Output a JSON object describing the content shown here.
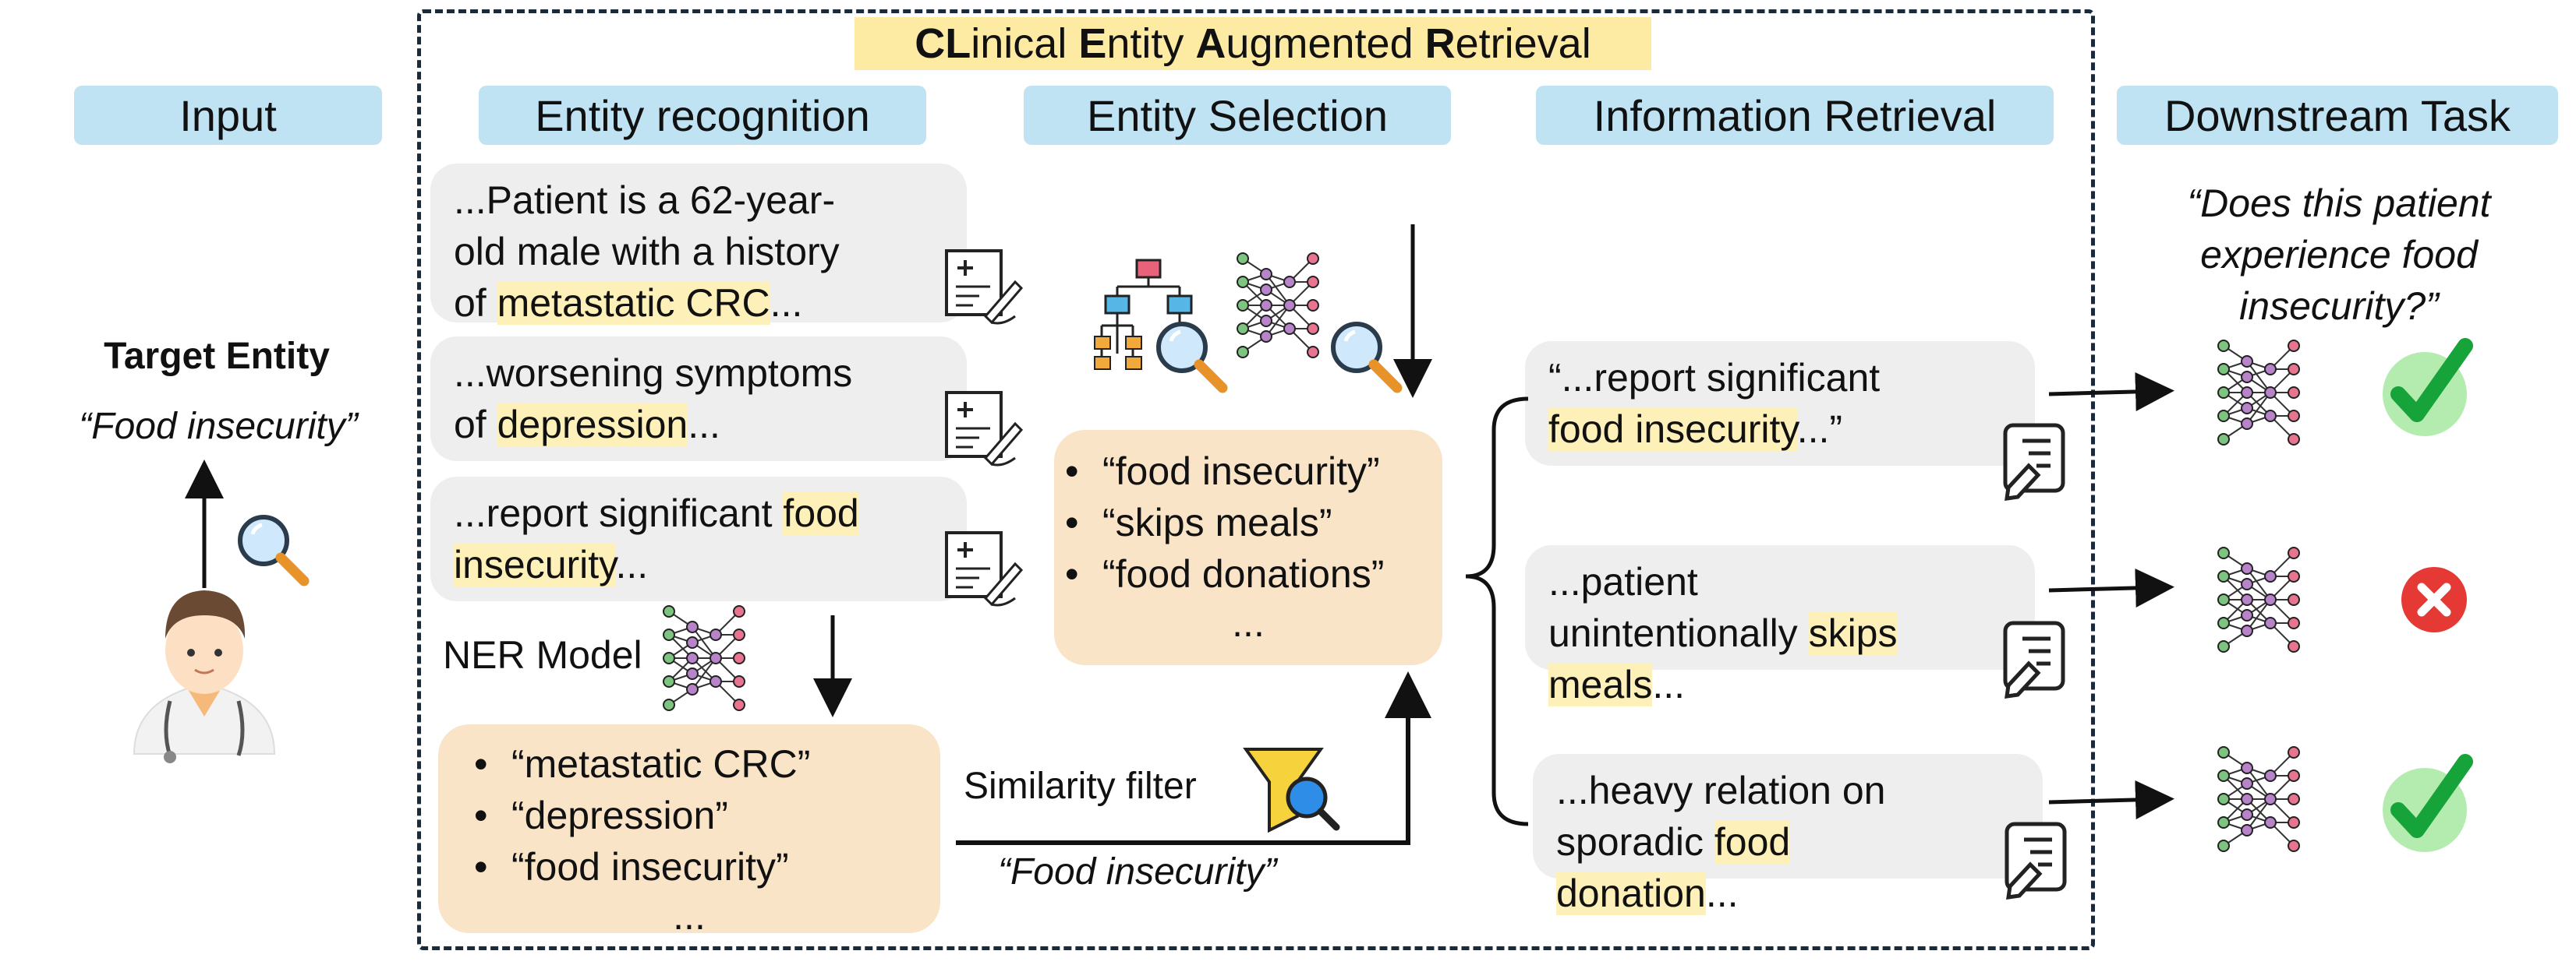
{
  "title": {
    "part1_bold": "CL",
    "part1": "inical ",
    "part2_bold": "E",
    "part2": "ntity ",
    "part3_bold": "A",
    "part3": "ugmented ",
    "part4_bold": "R",
    "part4": "etrieval"
  },
  "headers": {
    "input": "Input",
    "entity_recognition": "Entity recognition",
    "entity_selection": "Entity Selection",
    "information_retrieval": "Information Retrieval",
    "downstream_task": "Downstream Task"
  },
  "input": {
    "target_label": "Target Entity",
    "target_value": "“Food insecurity”"
  },
  "recognition": {
    "note1": {
      "pre": "...Patient is a 62-year-old male with a history of ",
      "hl": "metastatic CRC",
      "post": "..."
    },
    "note2": {
      "pre": "...worsening symptoms of ",
      "hl": "depression",
      "post": "..."
    },
    "note3": {
      "pre": "...report significant ",
      "hl": "food insecurity",
      "post": "..."
    },
    "ner_label": "NER Model",
    "entities": [
      "“metastatic CRC”",
      "“depression”",
      "“food insecurity”"
    ],
    "more": "..."
  },
  "selection": {
    "similarity_label": "Similarity filter",
    "filter_query": "“Food insecurity”",
    "entities": [
      "“food insecurity”",
      "“skips meals”",
      "“food donations”"
    ],
    "more": "..."
  },
  "retrieval": {
    "doc1": {
      "pre": "“...report significant ",
      "hl": "food insecurity",
      "post": "...”"
    },
    "doc2": {
      "pre": "...patient unintentionally ",
      "hl": "skips meals",
      "post": "..."
    },
    "doc3": {
      "pre": "...heavy relation on sporadic ",
      "hl": "food donation",
      "post": "..."
    }
  },
  "downstream": {
    "question": "“Does this patient experience food insecurity?”",
    "results": [
      "check",
      "cross",
      "check"
    ]
  },
  "colors": {
    "header_bg": "#bfe3f3",
    "title_bg": "#fdeaa3",
    "highlight": "#fdf0b8",
    "list_bg": "#f9e4c8",
    "note_bg": "#eeeeee",
    "check_green": "#16a34a",
    "cross_red": "#e53935"
  }
}
